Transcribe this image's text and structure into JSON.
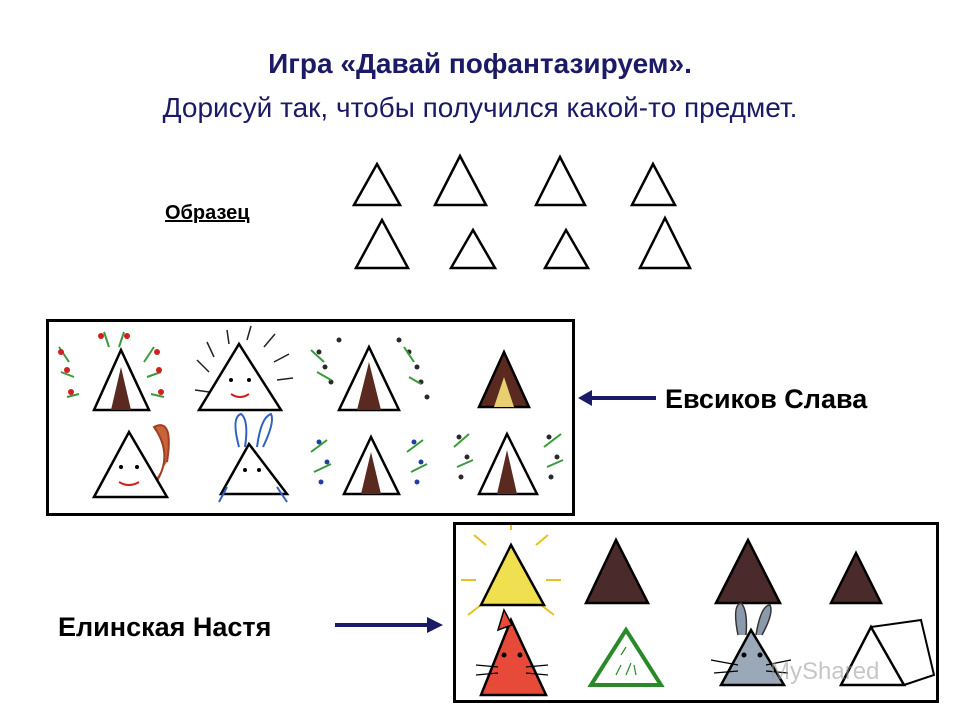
{
  "header": {
    "title": "Игра «Давай пофантазируем».",
    "subtitle": "Дорисуй так, чтобы получился какой-то предмет."
  },
  "sample": {
    "label": "Образец"
  },
  "students": [
    {
      "name": "Евсиков Слава"
    },
    {
      "name": "Елинская Настя"
    }
  ],
  "watermark": "MyShared",
  "colors": {
    "text": "#1a1a66",
    "arrow": "#1a1a66",
    "tree": "#4a2a2a"
  }
}
